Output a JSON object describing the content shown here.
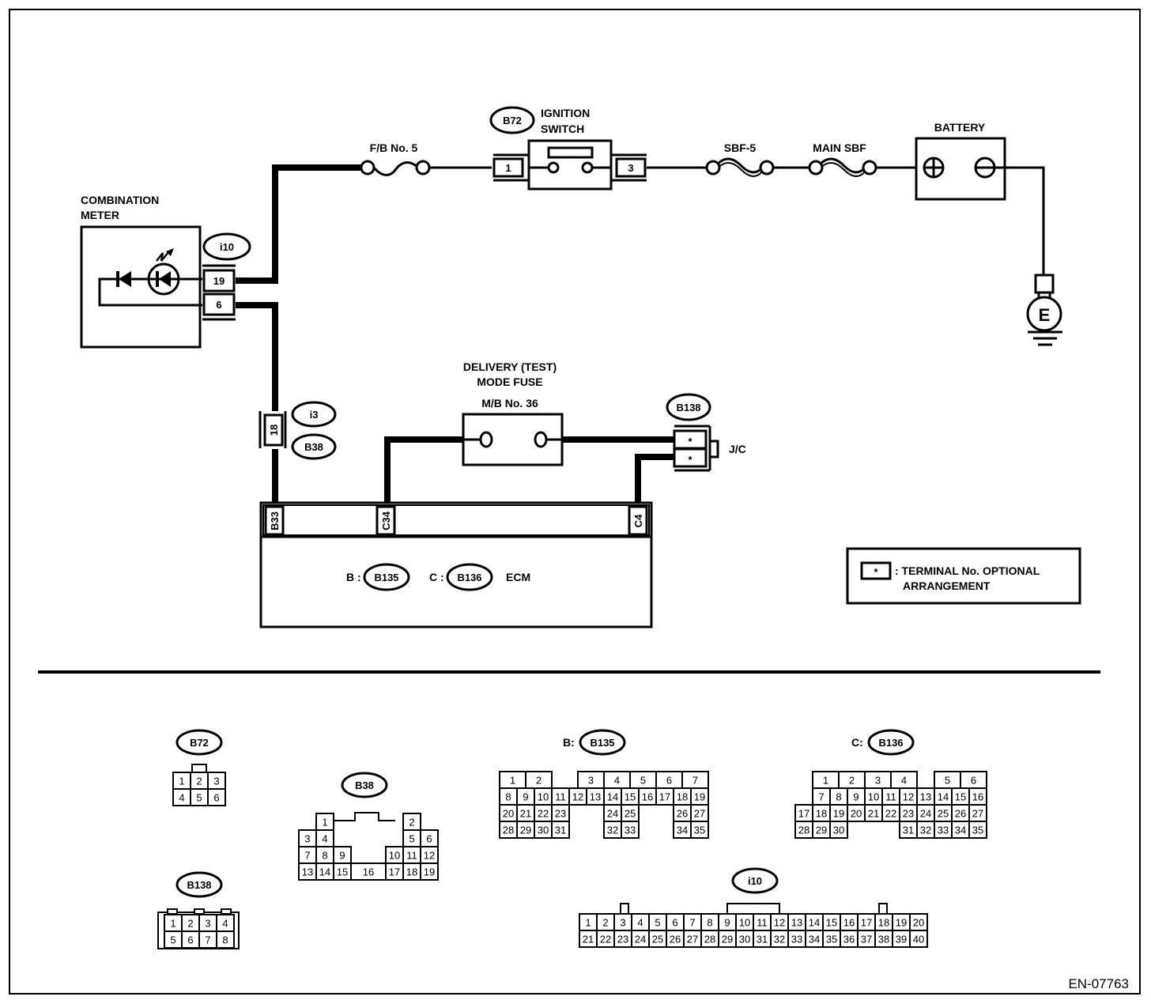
{
  "diagram": {
    "code": "EN-07763",
    "components": {
      "combination_meter": {
        "line1": "COMBINATION",
        "line2": "METER",
        "connector": "i10",
        "pin_upper": "19",
        "pin_lower": "6"
      },
      "fb_fuse": {
        "label": "F/B No. 5"
      },
      "ignition_switch": {
        "connector": "B72",
        "line1": "IGNITION",
        "line2": "SWITCH",
        "pin_left": "1",
        "pin_right": "3"
      },
      "sbf5": {
        "label": "SBF-5"
      },
      "main_sbf": {
        "label": "MAIN SBF"
      },
      "battery": {
        "label": "BATTERY"
      },
      "ground": {
        "label": "E"
      },
      "inline_connector": {
        "pin": "18",
        "connector_top": "i3",
        "connector_bottom": "B38"
      },
      "delivery_fuse": {
        "line1": "DELIVERY (TEST)",
        "line2": "MODE FUSE",
        "line3": "M/B No. 36"
      },
      "jc": {
        "connector": "B138",
        "label": "J/C",
        "pin_upper": "*",
        "pin_lower": "*"
      },
      "ecm": {
        "label": "ECM",
        "prefix_b": "B :",
        "connector_b": "B135",
        "prefix_c": "C :",
        "connector_c": "B136",
        "terminals": [
          "B33",
          "C34",
          "C4"
        ]
      }
    },
    "legend": {
      "symbol": "*",
      "line1": ": TERMINAL No. OPTIONAL",
      "line2": "ARRANGEMENT"
    },
    "connector_views": {
      "B72": {
        "title": "B72",
        "rows": [
          [
            "1",
            "2",
            "3"
          ],
          [
            "4",
            "5",
            "6"
          ]
        ]
      },
      "B138": {
        "title": "B138",
        "rows": [
          [
            "1",
            "2",
            "3",
            "4"
          ],
          [
            "5",
            "6",
            "7",
            "8"
          ]
        ]
      },
      "B38": {
        "title": "B38",
        "pins": [
          "1",
          "2",
          "3",
          "4",
          "5",
          "6",
          "7",
          "8",
          "9",
          "10",
          "11",
          "12",
          "13",
          "14",
          "15",
          "16",
          "17",
          "18",
          "19"
        ]
      },
      "B135": {
        "prefix": "B:",
        "title": "B135",
        "pins": [
          "1",
          "2",
          "3",
          "4",
          "5",
          "6",
          "7",
          "8",
          "9",
          "10",
          "11",
          "12",
          "13",
          "14",
          "15",
          "16",
          "17",
          "18",
          "19",
          "20",
          "21",
          "22",
          "23",
          "24",
          "25",
          "26",
          "27",
          "28",
          "29",
          "30",
          "31",
          "32",
          "33",
          "34",
          "35"
        ]
      },
      "B136": {
        "prefix": "C:",
        "title": "B136",
        "pins": [
          "1",
          "2",
          "3",
          "4",
          "5",
          "6",
          "7",
          "8",
          "9",
          "10",
          "11",
          "12",
          "13",
          "14",
          "15",
          "16",
          "17",
          "18",
          "19",
          "20",
          "21",
          "22",
          "23",
          "24",
          "25",
          "26",
          "27",
          "28",
          "29",
          "30",
          "31",
          "32",
          "33",
          "34",
          "35"
        ]
      },
      "i10": {
        "title": "i10",
        "rows": [
          [
            "1",
            "2",
            "3",
            "4",
            "5",
            "6",
            "7",
            "8",
            "9",
            "10",
            "11",
            "12",
            "13",
            "14",
            "15",
            "16",
            "17",
            "18",
            "19",
            "20"
          ],
          [
            "21",
            "22",
            "23",
            "24",
            "25",
            "26",
            "27",
            "28",
            "29",
            "30",
            "31",
            "32",
            "33",
            "34",
            "35",
            "36",
            "37",
            "38",
            "39",
            "40"
          ]
        ]
      }
    }
  }
}
